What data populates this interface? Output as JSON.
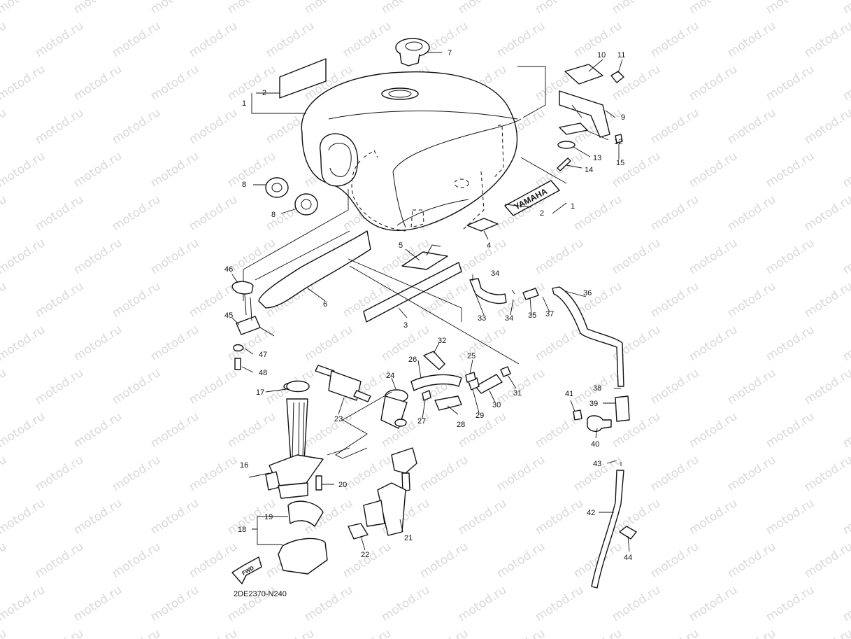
{
  "watermark": {
    "text": "motod.ru",
    "color": "#d9d9d9"
  },
  "diagram": {
    "drawing_code": "2DE2370-N240",
    "tank_emblem_text": "YAMAHA",
    "fwd_arrow_text": "FWD"
  },
  "callouts": [
    "1",
    "1",
    "2",
    "2",
    "3",
    "4",
    "5",
    "6",
    "7",
    "8",
    "8",
    "9",
    "10",
    "11",
    "12",
    "13",
    "14",
    "15",
    "16",
    "17",
    "18",
    "19",
    "20",
    "21",
    "22",
    "23",
    "24",
    "25",
    "26",
    "27",
    "28",
    "29",
    "30",
    "31",
    "32",
    "33",
    "34",
    "34",
    "35",
    "36",
    "37",
    "38",
    "39",
    "40",
    "41",
    "42",
    "43",
    "44",
    "45",
    "46",
    "47",
    "48"
  ],
  "colors": {
    "line": "#111111",
    "background": "#ffffff"
  }
}
